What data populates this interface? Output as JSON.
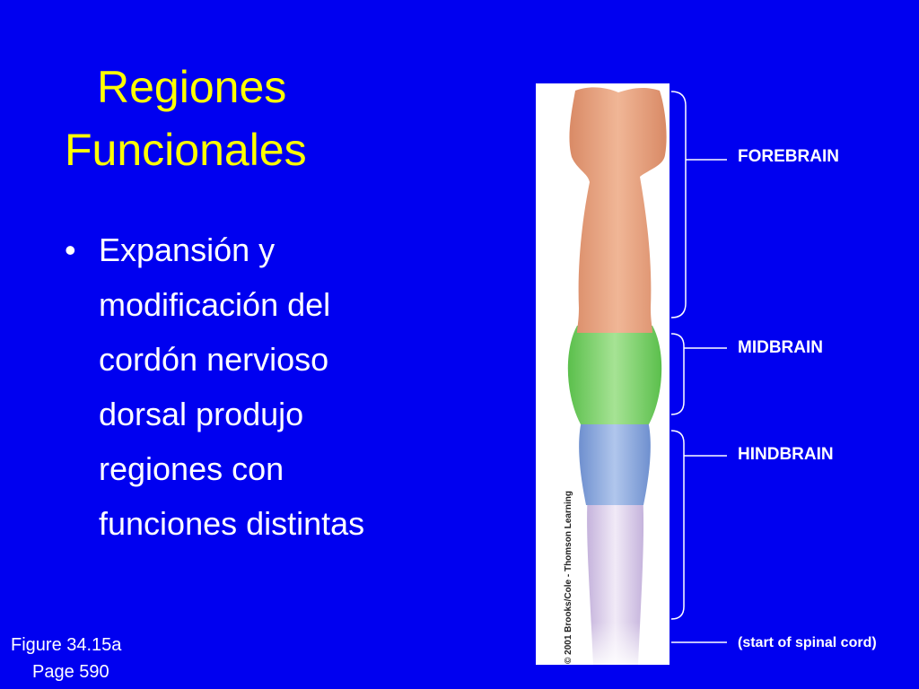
{
  "title": {
    "line1": "Regiones",
    "line2": "Funcionales"
  },
  "bullet": {
    "marker": "•",
    "lines": [
      "Expansión y",
      "modificación del",
      "cordón nervioso",
      "dorsal produjo",
      "regiones con",
      "funciones distintas"
    ]
  },
  "footer": {
    "figure": "Figure 34.15a",
    "page": "Page 590"
  },
  "figure": {
    "copyright": "© 2001 Brooks/Cole - Thomson Learning",
    "labels": {
      "forebrain": "FOREBRAIN",
      "midbrain": "MIDBRAIN",
      "hindbrain": "HINDBRAIN",
      "spinal": "(start of spinal cord)"
    },
    "colors": {
      "background": "#0000f0",
      "title": "#ffff00",
      "text": "#ffffff",
      "forebrain": "#e4a383",
      "midbrain": "#7ed46a",
      "hindbrain": "#8aa8de",
      "spinal": "#d9cbe8"
    }
  }
}
